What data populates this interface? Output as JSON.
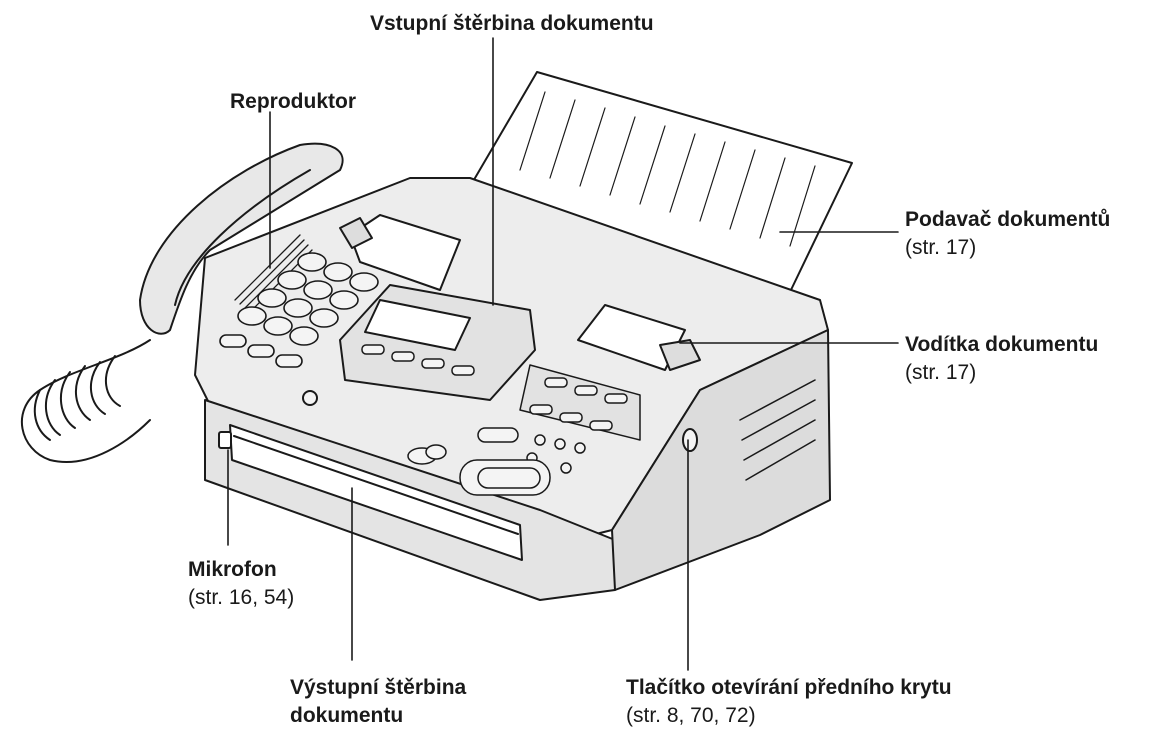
{
  "labels": {
    "input_slot": {
      "title": "Vstupní štěrbina dokumentu"
    },
    "speaker": {
      "title": "Reproduktor"
    },
    "document_feeder": {
      "title": "Podavač dokumentů",
      "subtitle": "(str. 17)"
    },
    "document_guides": {
      "title": "Vodítka dokumentu",
      "subtitle": "(str. 17)"
    },
    "microphone": {
      "title": "Mikrofon",
      "subtitle": "(str. 16, 54)"
    },
    "output_slot": {
      "title_line1": "Výstupní štěrbina",
      "title_line2": "dokumentu"
    },
    "front_cover_button": {
      "title": "Tlačítko otevírání předního krytu",
      "subtitle": "(str. 8, 70, 72)"
    }
  },
  "colors": {
    "line": "#1a1a1a",
    "body_fill": "#ededed",
    "panel_fill": "#e2e2e2",
    "paper_fill": "#ffffff"
  }
}
